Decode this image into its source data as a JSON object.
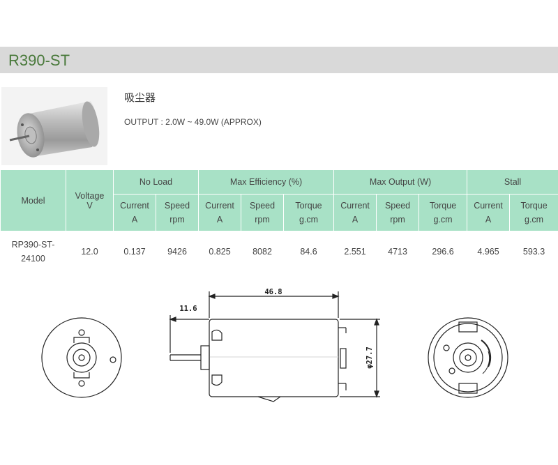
{
  "header": {
    "title": "R390-ST"
  },
  "product": {
    "application": "吸尘器",
    "output": "OUTPUT : 2.0W ~ 49.0W (APPROX)"
  },
  "table": {
    "groups": {
      "model": "Model",
      "voltage": "Voltage",
      "voltage_unit": "V",
      "no_load": "No Load",
      "max_efficiency": "Max Efficiency (%)",
      "max_output": "Max Output (W)",
      "stall": "Stall"
    },
    "subheaders": [
      {
        "label": "Current",
        "unit": "A"
      },
      {
        "label": "Speed",
        "unit": "rpm"
      },
      {
        "label": "Current",
        "unit": "A"
      },
      {
        "label": "Speed",
        "unit": "rpm"
      },
      {
        "label": "Torque",
        "unit": "g.cm"
      },
      {
        "label": "Current",
        "unit": "A"
      },
      {
        "label": "Speed",
        "unit": "rpm"
      },
      {
        "label": "Torque",
        "unit": "g.cm"
      },
      {
        "label": "Current",
        "unit": "A"
      },
      {
        "label": "Torque",
        "unit": "g.cm"
      }
    ],
    "row": {
      "model_line1": "RP390-ST-",
      "model_line2": "24100",
      "values": [
        "12.0",
        "0.137",
        "9426",
        "0.825",
        "8082",
        "84.6",
        "2.551",
        "4713",
        "296.6",
        "4.965",
        "593.3"
      ]
    }
  },
  "drawing": {
    "dim_length": "46.8",
    "dim_shaft": "11.6",
    "dim_diameter": "φ27.7"
  }
}
